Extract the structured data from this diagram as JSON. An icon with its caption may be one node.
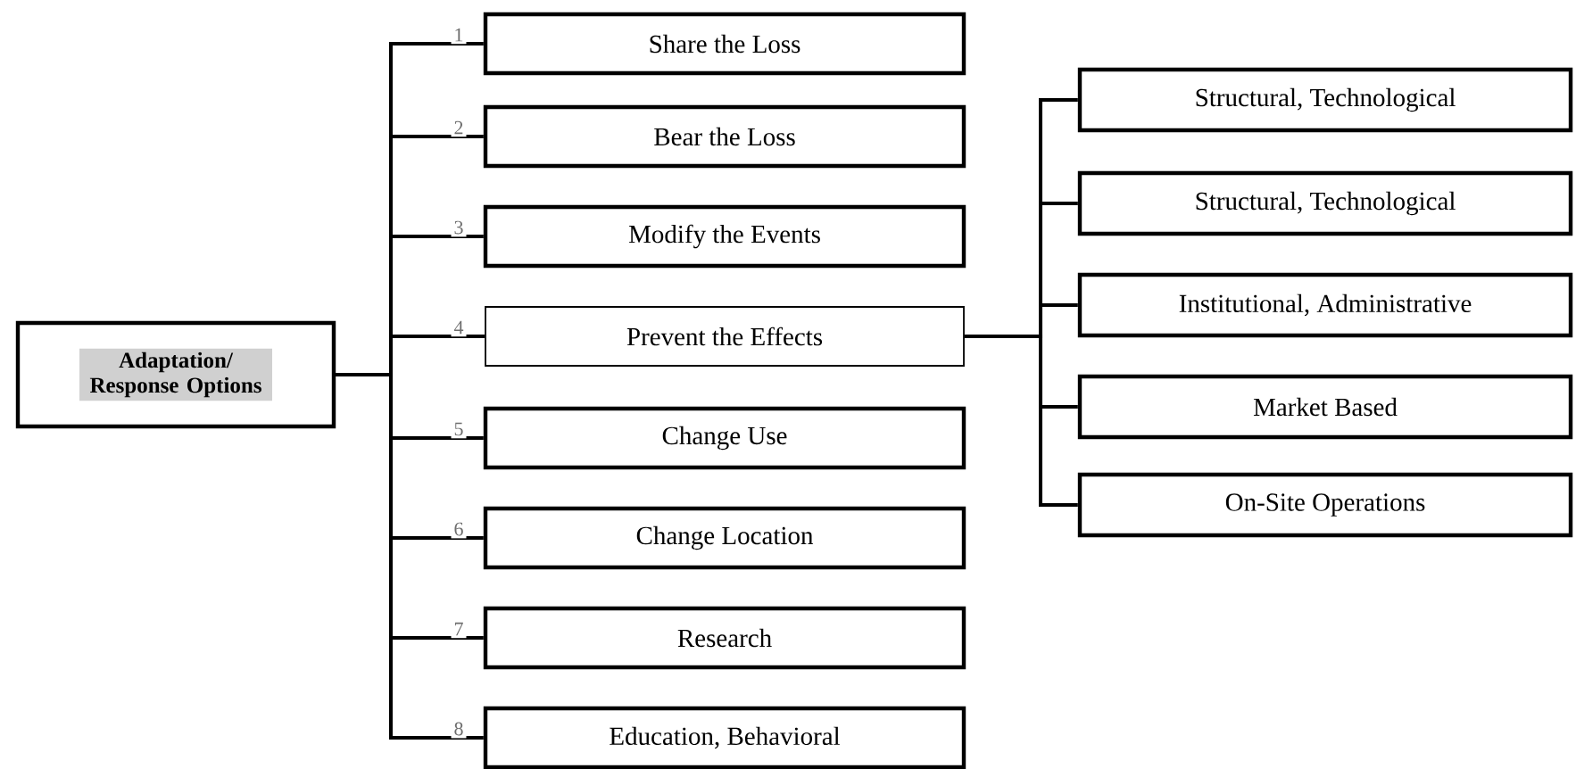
{
  "diagram": {
    "nodes": [
      {
        "text": [
          "Adaptation/ Response Options"
        ]
      },
      {
        "text": [
          "Share the Loss"
        ]
      },
      {
        "text": [
          "Bear the Loss"
        ]
      },
      {
        "text": [
          "Modify the Events"
        ]
      },
      {
        "text": [
          "Prevent the Effects"
        ]
      },
      {
        "text": [
          "Change Use"
        ]
      },
      {
        "text": [
          "Change Location"
        ]
      },
      {
        "text": [
          "Research"
        ]
      },
      {
        "text": [
          "Education, Behavioral"
        ]
      },
      {
        "text": [
          "Structural, Technological"
        ]
      },
      {
        "text": [
          "Structural, Technological"
        ]
      },
      {
        "text": [
          "Institutional, Administrative"
        ]
      },
      {
        "text": [
          "Market Based"
        ]
      },
      {
        "text": [
          "On-Site Operations"
        ]
      }
    ],
    "edges": [
      {
        "from": 0,
        "to": 1,
        "arrow": "none",
        "label": "1"
      },
      {
        "from": 0,
        "to": 2,
        "arrow": "none",
        "label": "2"
      },
      {
        "from": 0,
        "to": 3,
        "arrow": "none",
        "label": "3"
      },
      {
        "from": 0,
        "to": 4,
        "arrow": "none",
        "label": "4"
      },
      {
        "from": 0,
        "to": 5,
        "arrow": "none",
        "label": "5"
      },
      {
        "from": 0,
        "to": 6,
        "arrow": "none",
        "label": "6"
      },
      {
        "from": 0,
        "to": 7,
        "arrow": "none",
        "label": "7"
      },
      {
        "from": 0,
        "to": 8,
        "arrow": "none",
        "label": "8"
      },
      {
        "from": 4,
        "to": 9,
        "arrow": "none"
      },
      {
        "from": 4,
        "to": 10,
        "arrow": "none"
      },
      {
        "from": 4,
        "to": 11,
        "arrow": "none"
      },
      {
        "from": 4,
        "to": 12,
        "arrow": "none"
      },
      {
        "from": 4,
        "to": 13,
        "arrow": "none"
      }
    ]
  }
}
